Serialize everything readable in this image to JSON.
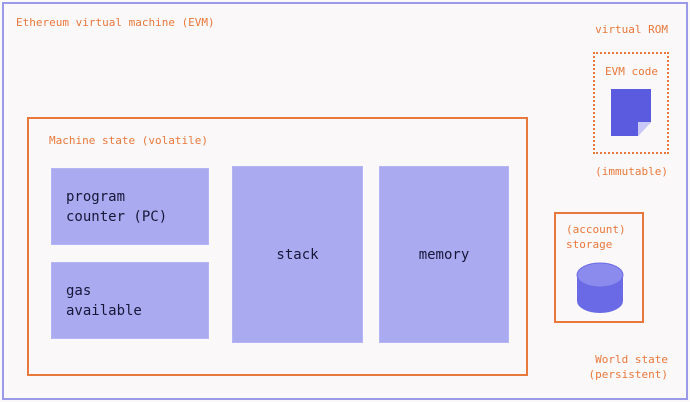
{
  "diagram": {
    "title": "Ethereum virtual machine (EVM)",
    "background_color": "#faf8f8",
    "accent_orange": "#e8783c",
    "frame_purple": "#9a9ae8",
    "box_fill_purple": "#aaaaf0",
    "box_text_color": "#17173a"
  },
  "machine_state": {
    "title": "Machine state (volatile)",
    "components": [
      {
        "name": "program-counter",
        "label": "program\ncounter (PC)",
        "align": "left"
      },
      {
        "name": "gas-available",
        "label": "gas\navailable",
        "align": "left"
      },
      {
        "name": "stack",
        "label": "stack",
        "align": "center"
      },
      {
        "name": "memory",
        "label": "memory",
        "align": "center"
      }
    ]
  },
  "virtual_rom": {
    "title": "virtual ROM",
    "code_label": "EVM code",
    "footnote": "(immutable)",
    "icon": "document-icon"
  },
  "world_state": {
    "storage_label": "(account)\nstorage",
    "footnote": "World state\n(persistent)",
    "icon": "database-cylinder-icon"
  }
}
